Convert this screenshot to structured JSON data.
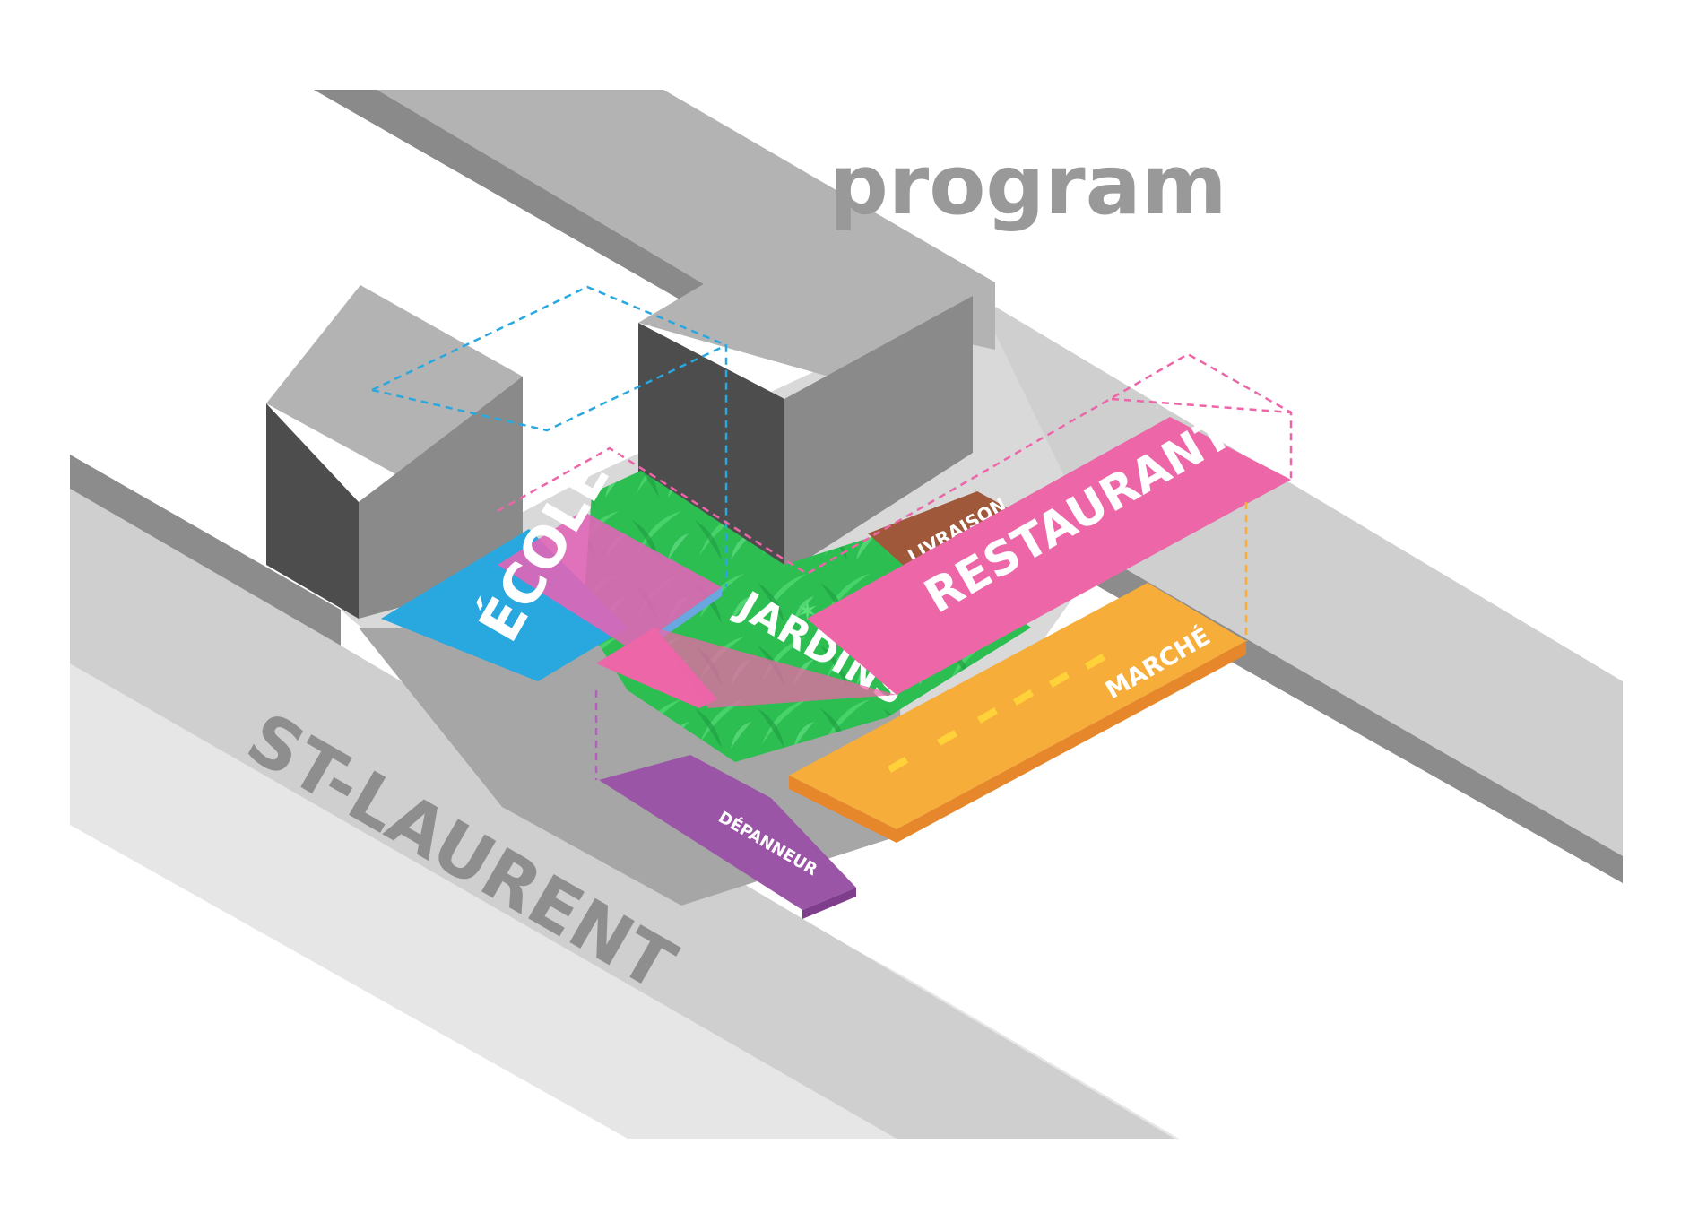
{
  "title": "program",
  "street": "ST-LAURENT",
  "zones": {
    "ecole": "ÉCOLE",
    "jardins": "JARDINS",
    "restaurants": "RESTAURANTS",
    "livraison": "LIVRAISON",
    "marche": "MARCHÉ",
    "depanneur": "DÉPANNEUR"
  },
  "colors": {
    "ecole": "#29A8E0",
    "jardins": "#2DBE52",
    "restaurants": "#EC66A8",
    "livraison": "#A0583A",
    "marche": "#F7AD3A",
    "depanneur": "#9B55A6",
    "building_top": "#B3B3B3",
    "building_side": "#4D4D4D",
    "road": "#CFCFCF"
  }
}
